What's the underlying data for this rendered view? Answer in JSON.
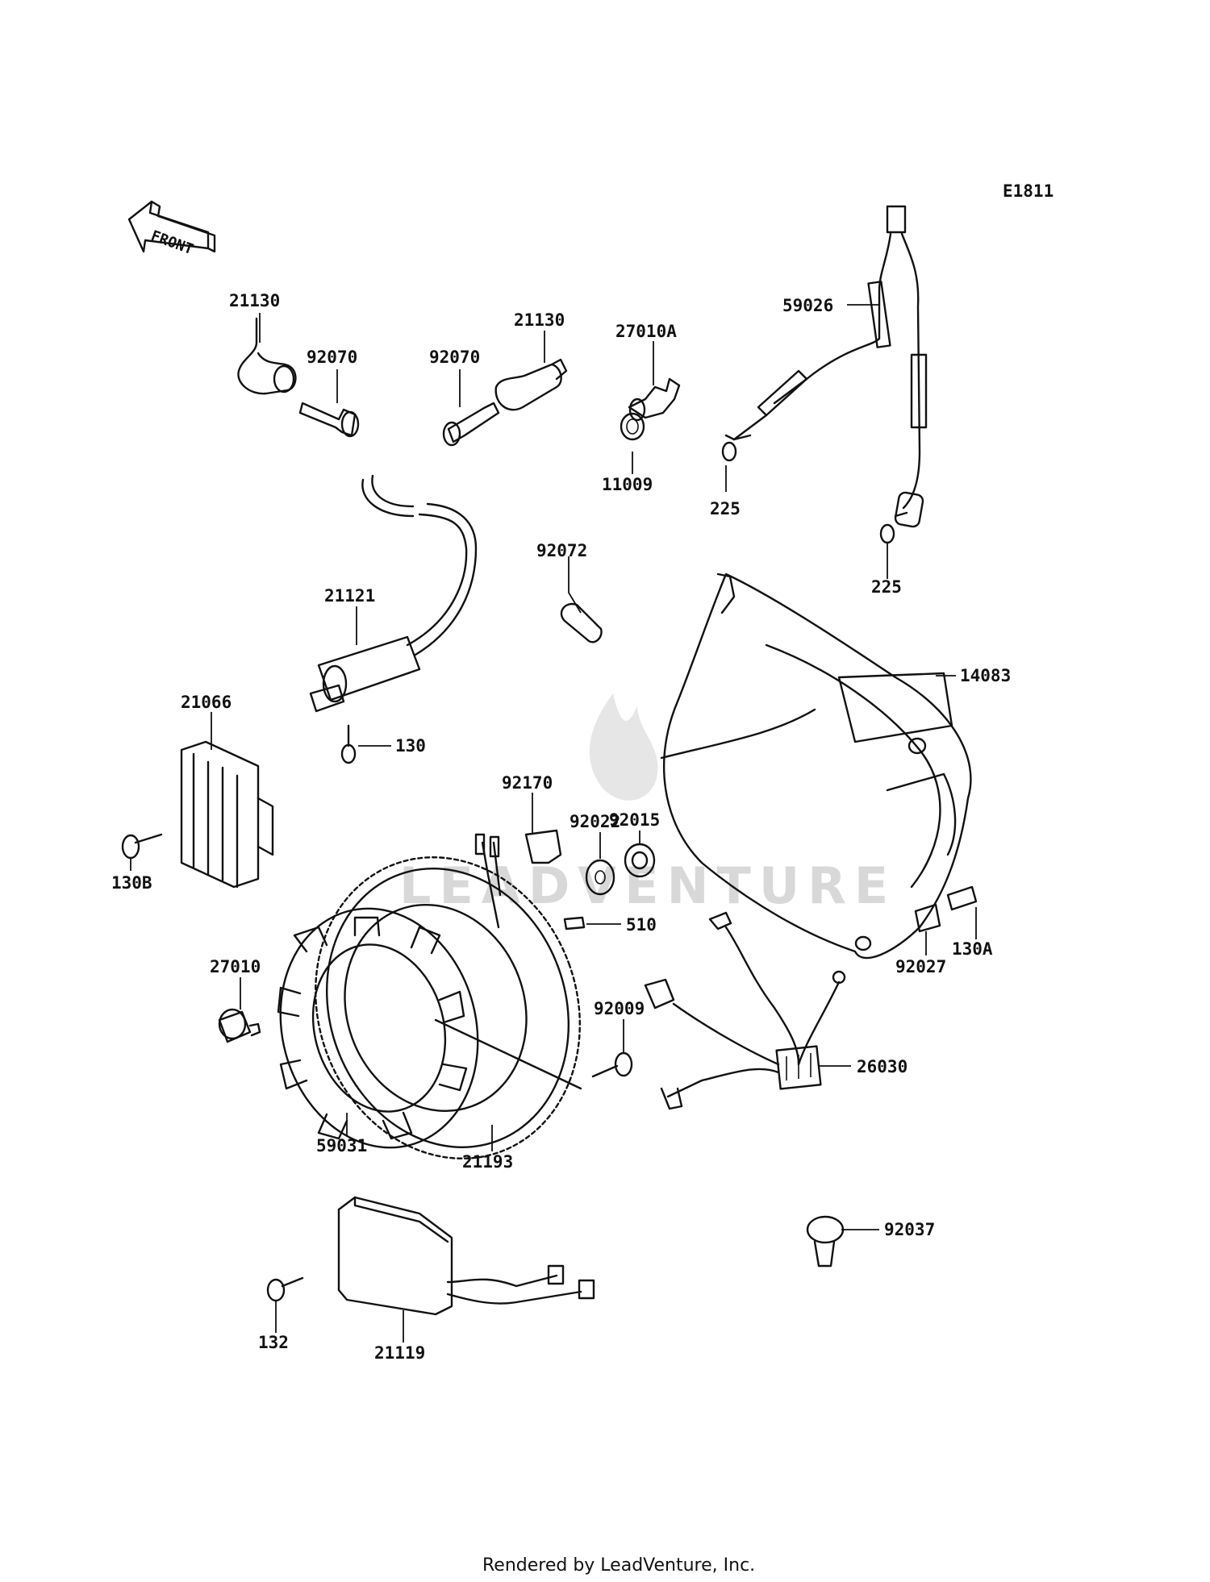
{
  "diagram_code": "E1811",
  "front_label": "FRONT",
  "watermark": "LEADVENTURE",
  "footer": "Rendered by LeadVenture, Inc.",
  "callouts": [
    {
      "id": "c-21130-a",
      "text": "21130"
    },
    {
      "id": "c-92070-a",
      "text": "92070"
    },
    {
      "id": "c-92070-b",
      "text": "92070"
    },
    {
      "id": "c-21130-b",
      "text": "21130"
    },
    {
      "id": "c-27010A",
      "text": "27010A"
    },
    {
      "id": "c-11009",
      "text": "11009"
    },
    {
      "id": "c-59026",
      "text": "59026"
    },
    {
      "id": "c-225-a",
      "text": "225"
    },
    {
      "id": "c-225-b",
      "text": "225"
    },
    {
      "id": "c-92072",
      "text": "92072"
    },
    {
      "id": "c-21121",
      "text": "21121"
    },
    {
      "id": "c-14083",
      "text": "14083"
    },
    {
      "id": "c-21066",
      "text": "21066"
    },
    {
      "id": "c-130",
      "text": "130"
    },
    {
      "id": "c-130B",
      "text": "130B"
    },
    {
      "id": "c-92170",
      "text": "92170"
    },
    {
      "id": "c-92022",
      "text": "92022"
    },
    {
      "id": "c-92015",
      "text": "92015"
    },
    {
      "id": "c-510",
      "text": "510"
    },
    {
      "id": "c-130A",
      "text": "130A"
    },
    {
      "id": "c-92027",
      "text": "92027"
    },
    {
      "id": "c-27010",
      "text": "27010"
    },
    {
      "id": "c-92009",
      "text": "92009"
    },
    {
      "id": "c-26030",
      "text": "26030"
    },
    {
      "id": "c-59031",
      "text": "59031"
    },
    {
      "id": "c-21193",
      "text": "21193"
    },
    {
      "id": "c-92037",
      "text": "92037"
    },
    {
      "id": "c-132",
      "text": "132"
    },
    {
      "id": "c-21119",
      "text": "21119"
    }
  ]
}
